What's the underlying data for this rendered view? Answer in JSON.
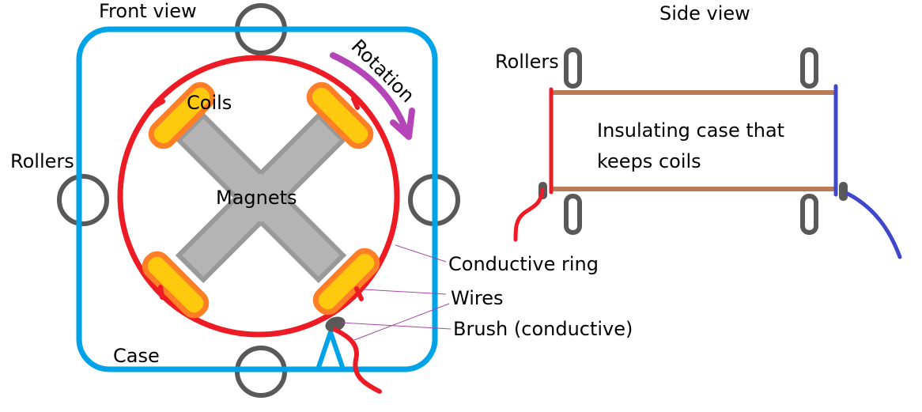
{
  "front_view": {
    "title": "Front view",
    "labels": {
      "rotation": "Rotation",
      "coils": "Coils",
      "rollers": "Rollers",
      "magnets": "Magnets",
      "conductive_ring": "Conductive ring",
      "wires": "Wires",
      "brush": "Brush (conductive)",
      "case": "Case"
    }
  },
  "side_view": {
    "title": "Side view",
    "labels": {
      "rollers": "Rollers",
      "insulating_case_line1": "Insulating case that",
      "insulating_case_line2": "keeps coils"
    }
  },
  "colors": {
    "case": "#00a2e8",
    "ring": "#ed1c24",
    "roller": "#595959",
    "coil_fill": "#ffc90e",
    "coil_outline": "#ff7f27",
    "magnet_fill": "#b4b4b4",
    "magnet_outline": "#999999",
    "rotation_arrow": "#b444b8",
    "leader_line": "#a349a4",
    "insulating_case": "#b97a57",
    "side_left_wire": "#ed1c24",
    "side_right_wire": "#3f48cc"
  }
}
